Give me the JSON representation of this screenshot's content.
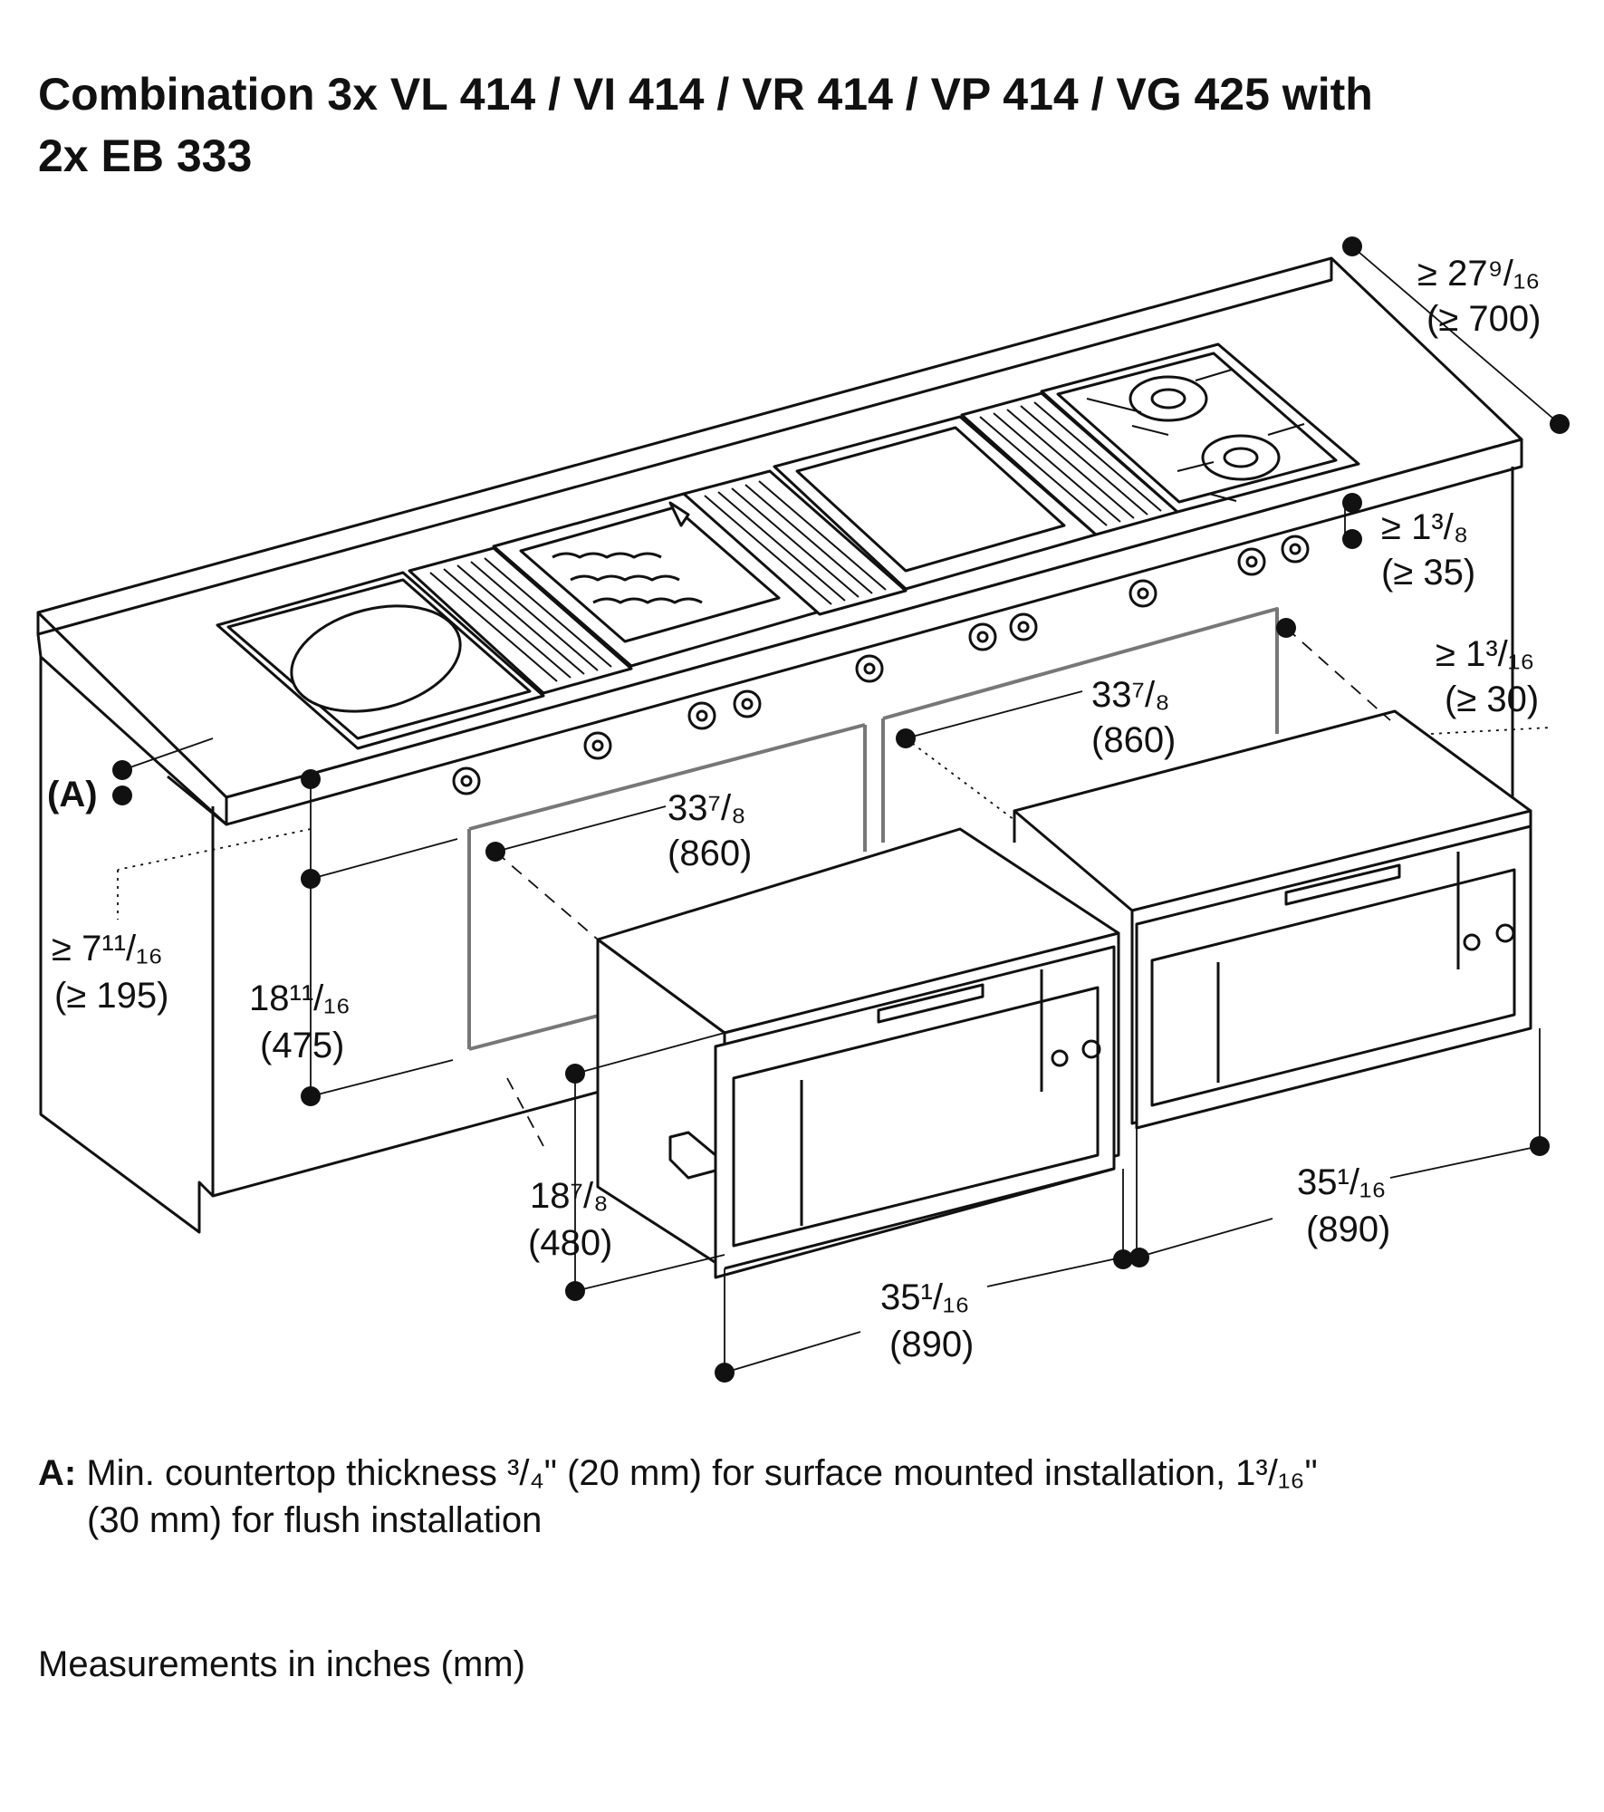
{
  "title": {
    "line1": "Combination 3x VL 414 / VI 414 / VR 414 / VP 414 / VG 425 with",
    "line2": "2x EB 333"
  },
  "dimensions": {
    "depth_in": "≥ 27⁹/₁₆",
    "depth_mm": "(≥ 700)",
    "panel_gap_in": "≥ 1³/₈",
    "panel_gap_mm": "(≥ 35)",
    "rear_gap_in": "≥ 1³/₁₆",
    "rear_gap_mm": "(≥ 30)",
    "cutout_width_right_in": "33⁷/₈",
    "cutout_width_right_mm": "(860)",
    "cutout_width_left_in": "33⁷/₈",
    "cutout_width_left_mm": "(860)",
    "label_a": "(A)",
    "top_to_cutout_in": "≥ 7¹¹/₁₆",
    "top_to_cutout_mm": "(≥ 195)",
    "cutout_height_in": "18¹¹/₁₆",
    "cutout_height_mm": "(475)",
    "drawer_height_in": "18⁷/₈",
    "drawer_height_mm": "(480)",
    "drawer_width_left_in": "35¹/₁₆",
    "drawer_width_left_mm": "(890)",
    "drawer_width_right_in": "35¹/₁₆",
    "drawer_width_right_mm": "(890)"
  },
  "note": {
    "key": "A:",
    "line1": "Min. countertop thickness ³/₄\" (20 mm) for surface mounted installation, 1³/₁₆\"",
    "line2": "(30 mm) for flush installation"
  },
  "footer": "Measurements in inches (mm)"
}
